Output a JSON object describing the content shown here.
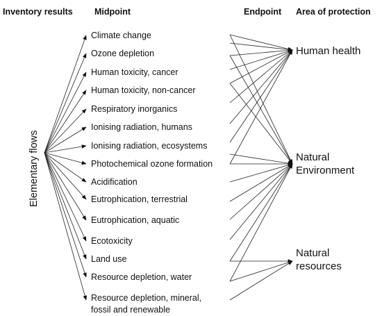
{
  "headers": {
    "inventory": "Inventory results",
    "midpoint": "Midpoint",
    "endpoint": "Endpoint",
    "area": "Area of protection"
  },
  "source_label": "Elementary flows",
  "midpoints": [
    "Climate change",
    "Ozone depletion",
    "Human toxicity, cancer",
    "Human toxicity, non-cancer",
    "Respiratory inorganics",
    "Ionising radiation, humans",
    "Ionising radiation, ecosystems",
    "Photochemical ozone formation",
    "Acidification",
    "Eutrophication, terrestrial",
    "Eutrophication, aquatic",
    "Ecotoxicity",
    "Land use",
    "Resource depletion, water",
    "Resource depletion, mineral,",
    "fossil and renewable"
  ],
  "areas": [
    {
      "line1": "Human health",
      "line2": ""
    },
    {
      "line1": "Natural",
      "line2": "Environment"
    },
    {
      "line1": "Natural",
      "line2": "resources"
    }
  ]
}
